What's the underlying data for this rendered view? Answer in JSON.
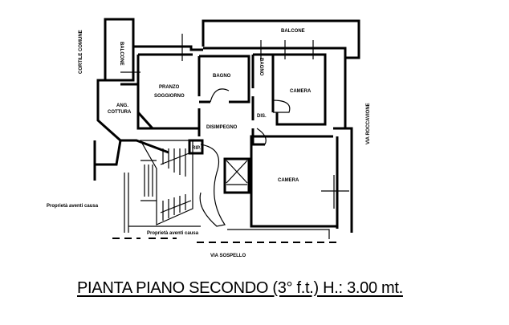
{
  "title": "PIANTA PIANO SECONDO (3° f.t.) H.: 3.00 mt.",
  "rooms": {
    "balcone_top": "BALCONE",
    "balcone_left": "BALCONE",
    "pranzo": "PRANZO",
    "soggiorno": "SOGGIORNO",
    "bagno1": "BAGNO",
    "bagno2": "BAGNO",
    "camera1": "CAMERA",
    "camera2": "CAMERA",
    "ang": "ANG.",
    "cottura": "COTTURA",
    "disimpegno": "DISIMPEGNO",
    "dis": "DIS.",
    "rip": "RIP."
  },
  "streets": {
    "cortile": "CORTILE COMUNE",
    "roccavione": "VIA ROCCAVIONE",
    "sospello": "VIA SOSPELLO"
  },
  "notes": {
    "proprieta_left": "Proprietà aventi causa",
    "proprieta_bottom": "Proprietà aventi causa"
  }
}
